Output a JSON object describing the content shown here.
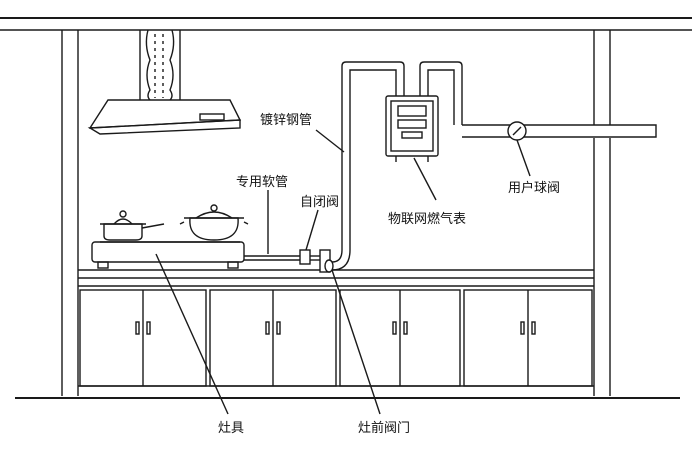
{
  "labels": {
    "galvanized_pipe": "镀锌钢管",
    "dedicated_hose": "专用软管",
    "self_closing_valve": "自闭阀",
    "iot_gas_meter": "物联网燃气表",
    "user_ball_valve": "用户球阀",
    "stove": "灶具",
    "stove_front_valve": "灶前阀门"
  },
  "colors": {
    "line": "#1a1a1a",
    "background": "#ffffff"
  }
}
